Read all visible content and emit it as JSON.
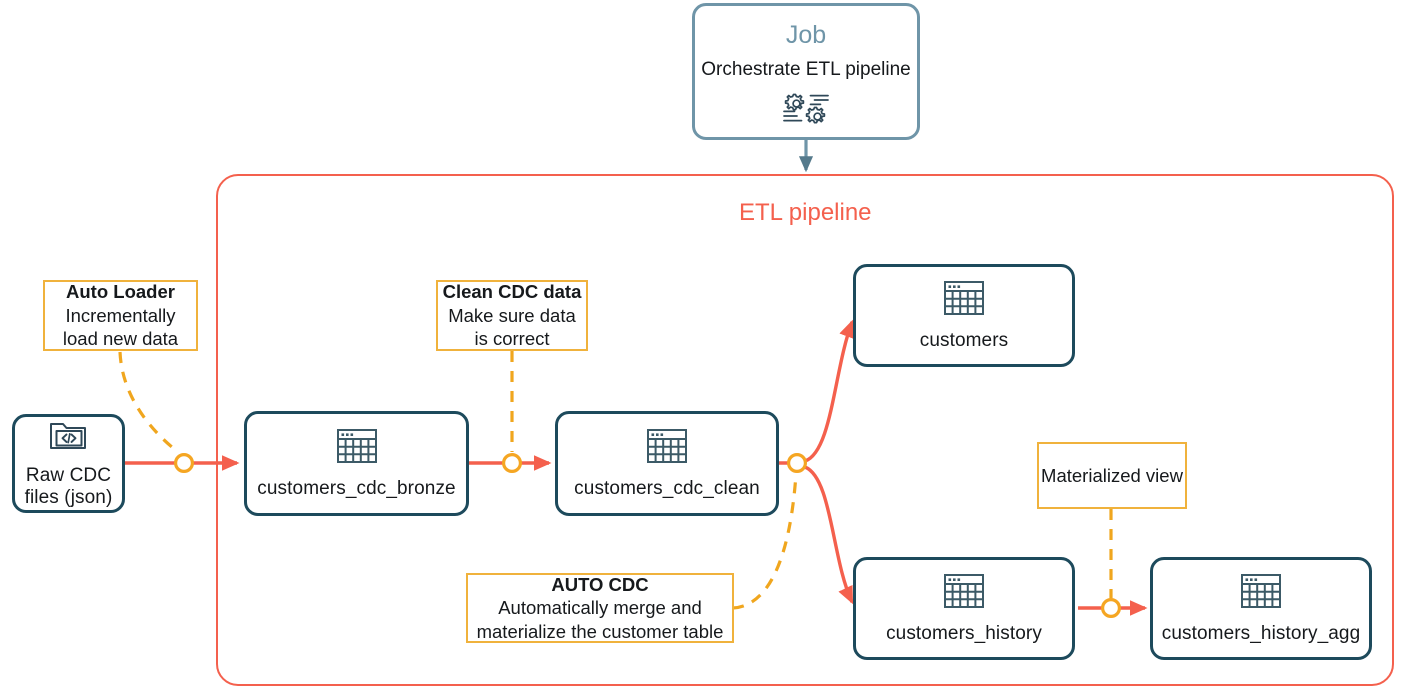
{
  "diagram": {
    "title": "ETL pipeline",
    "colors": {
      "flow": "#f4604d",
      "node_border": "#1d4a5c",
      "job_border": "#6f95a8",
      "note_border": "#f0b23c",
      "connector_dot": "#f5a623",
      "text": "#16191c",
      "background": "#ffffff"
    }
  },
  "job": {
    "title": "Job",
    "subtitle": "Orchestrate ETL pipeline",
    "icon": "gears-icon"
  },
  "pipeline": {
    "label": "ETL pipeline"
  },
  "nodes": [
    {
      "id": "raw",
      "label": "Raw CDC\nfiles (json)",
      "line1": "Raw CDC",
      "line2": "files (json)",
      "icon": "folder-code-icon"
    },
    {
      "id": "bronze",
      "label": "customers_cdc_bronze",
      "icon": "table-icon"
    },
    {
      "id": "clean",
      "label": "customers_cdc_clean",
      "icon": "table-icon"
    },
    {
      "id": "customers",
      "label": "customers",
      "icon": "table-icon"
    },
    {
      "id": "history",
      "label": "customers_history",
      "icon": "table-icon"
    },
    {
      "id": "history_agg",
      "label": "customers_history_agg",
      "icon": "table-icon"
    }
  ],
  "notes": [
    {
      "id": "autoloader",
      "title": "Auto Loader",
      "body": "Incrementally\nload new data",
      "body_line1": "Incrementally",
      "body_line2": "load new data"
    },
    {
      "id": "cleancdc",
      "title": "Clean CDC data",
      "body": "Make sure data\nis correct",
      "body_line1": "Make sure data",
      "body_line2": "is correct"
    },
    {
      "id": "autocdc",
      "title": "AUTO CDC",
      "body": "Automatically merge and\nmaterialize the customer table",
      "body_line1": "Automatically merge and",
      "body_line2": "materialize the customer table"
    },
    {
      "id": "matview",
      "title": "",
      "body": "Materialized view",
      "body_line1": "Materialized view",
      "body_line2": ""
    }
  ]
}
